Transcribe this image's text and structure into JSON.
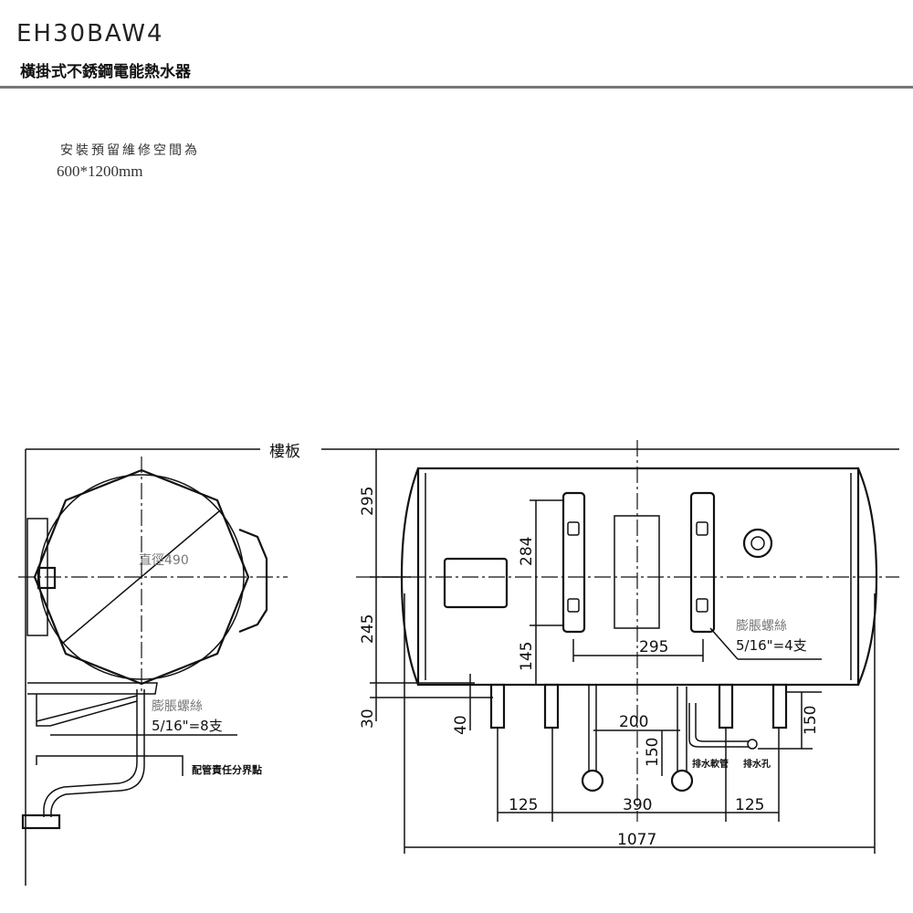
{
  "header": {
    "model": "EH30BAW4",
    "subtitle": "橫掛式不銹鋼電能熱水器"
  },
  "notes": {
    "clearance_label": "安裝預留維修空間為",
    "clearance_value": "600*1200mm"
  },
  "side_view": {
    "floor_label": "樓板",
    "diameter_label": "直徑490",
    "bolt_label": "膨脹螺絲",
    "bolt_spec": "5/16\"=8支",
    "piping_label": "配管責任分界點"
  },
  "front_view": {
    "bolt_label": "膨脹螺絲",
    "bolt_spec": "5/16\"=4支",
    "drain_hose_label": "排水軟管",
    "drain_hole_label": "排水孔",
    "dimensions": {
      "top_to_center": "295",
      "center_to_bottom": "245",
      "bottom_to_foot": "30",
      "foot_height": "40",
      "bracket_height": "284",
      "bracket_bottom": "145",
      "bracket_spacing": "295",
      "pipe_spacing": "200",
      "pipe_drop": "150",
      "foot_drop": "150",
      "left_foot": "125",
      "middle": "390",
      "right_foot": "125",
      "total_length": "1077"
    }
  }
}
